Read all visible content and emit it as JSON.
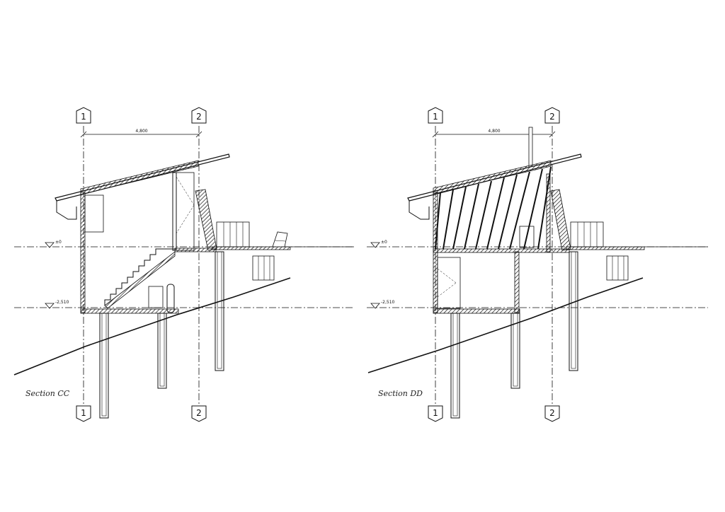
{
  "sections": [
    {
      "id": "cc",
      "title": "Section CC",
      "grid_left": "1",
      "grid_right": "2",
      "dimension": "4,800",
      "level_upper": "±0",
      "level_lower": "-2,510"
    },
    {
      "id": "dd",
      "title": "Section DD",
      "grid_left": "1",
      "grid_right": "2",
      "dimension": "4,800",
      "level_upper": "±0",
      "level_lower": "-2,510"
    }
  ]
}
